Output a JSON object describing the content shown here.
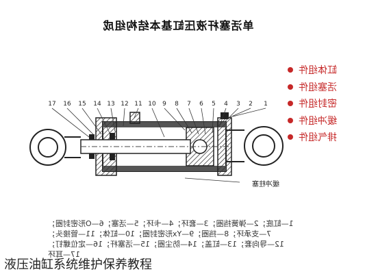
{
  "title": "单活塞杆液压缸基本结构组成",
  "legend": [
    {
      "label": "缸体组件"
    },
    {
      "label": "活塞组件"
    },
    {
      "label": "密封组件"
    },
    {
      "label": "缓冲组件"
    },
    {
      "label": "排气组件"
    }
  ],
  "callouts": [
    "1",
    "2",
    "3",
    "4",
    "5",
    "6",
    "7",
    "8",
    "9",
    "10",
    "11",
    "12",
    "13",
    "14",
    "15",
    "16",
    "17"
  ],
  "annotation": "缓冲柱塞",
  "parts_lines": [
    "1—缸底；2—弹簧挡圈；3—套环；4—卡环；5—活塞；6—O形密封圈；",
    "7—支承环；8—挡圈；9—Yx形密封圈；10—缸体；11—管接头；",
    "12—导向套；13—缸盖；14—防尘圈；15—活塞杆；16—定位螺钉；",
    "17—耳环"
  ],
  "caption": "液压油缸系统维护保养教程"
}
